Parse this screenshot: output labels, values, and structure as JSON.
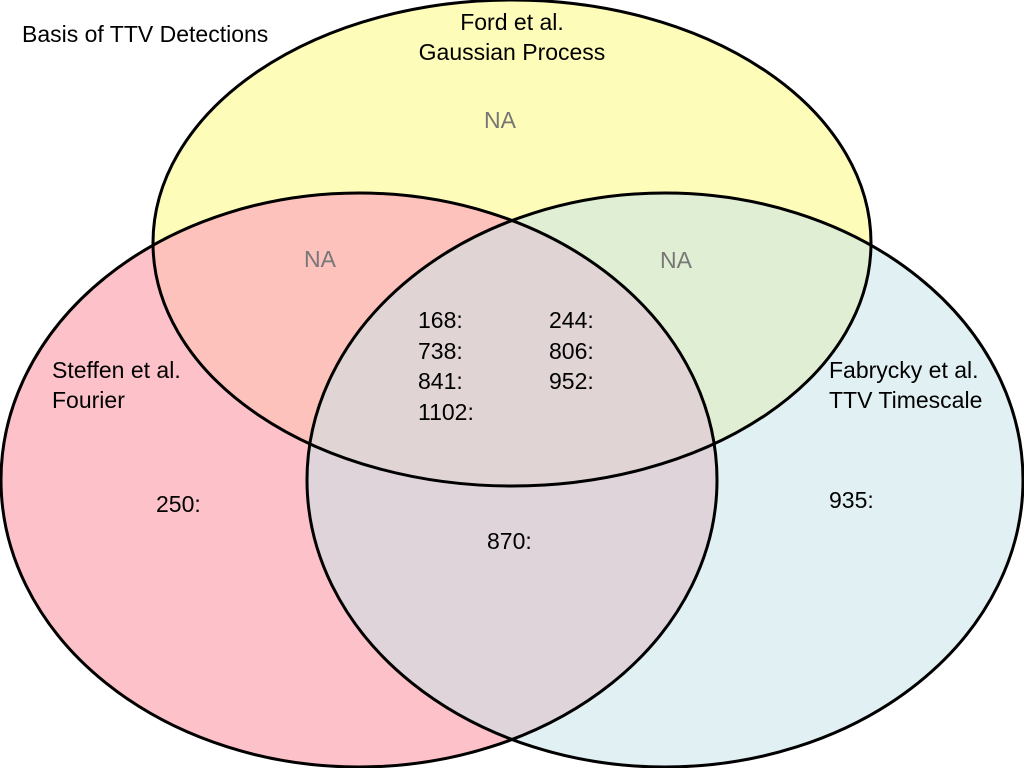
{
  "title": "Basis of TTV Detections",
  "sets": {
    "ford": {
      "line1": "Ford et al.",
      "line2": "Gaussian Process",
      "color": "#fdfcb8"
    },
    "steffen": {
      "line1": "Steffen et al.",
      "line2": "Fourier",
      "color": "#fdb4bd"
    },
    "fabrycky": {
      "line1": "Fabrycky et al.",
      "line2": "TTV Timescale",
      "color": "#c9e3ea"
    }
  },
  "regions": {
    "ford_only": "NA",
    "ford_steffen": "NA",
    "ford_fabrycky": "NA",
    "center": {
      "col1": [
        "168:",
        "738:",
        "841:",
        "1102:"
      ],
      "col2": [
        "244:",
        "806:",
        "952:"
      ]
    },
    "steffen_only": "250:",
    "steffen_fabrycky": "870:",
    "fabrycky_only": "935:"
  }
}
